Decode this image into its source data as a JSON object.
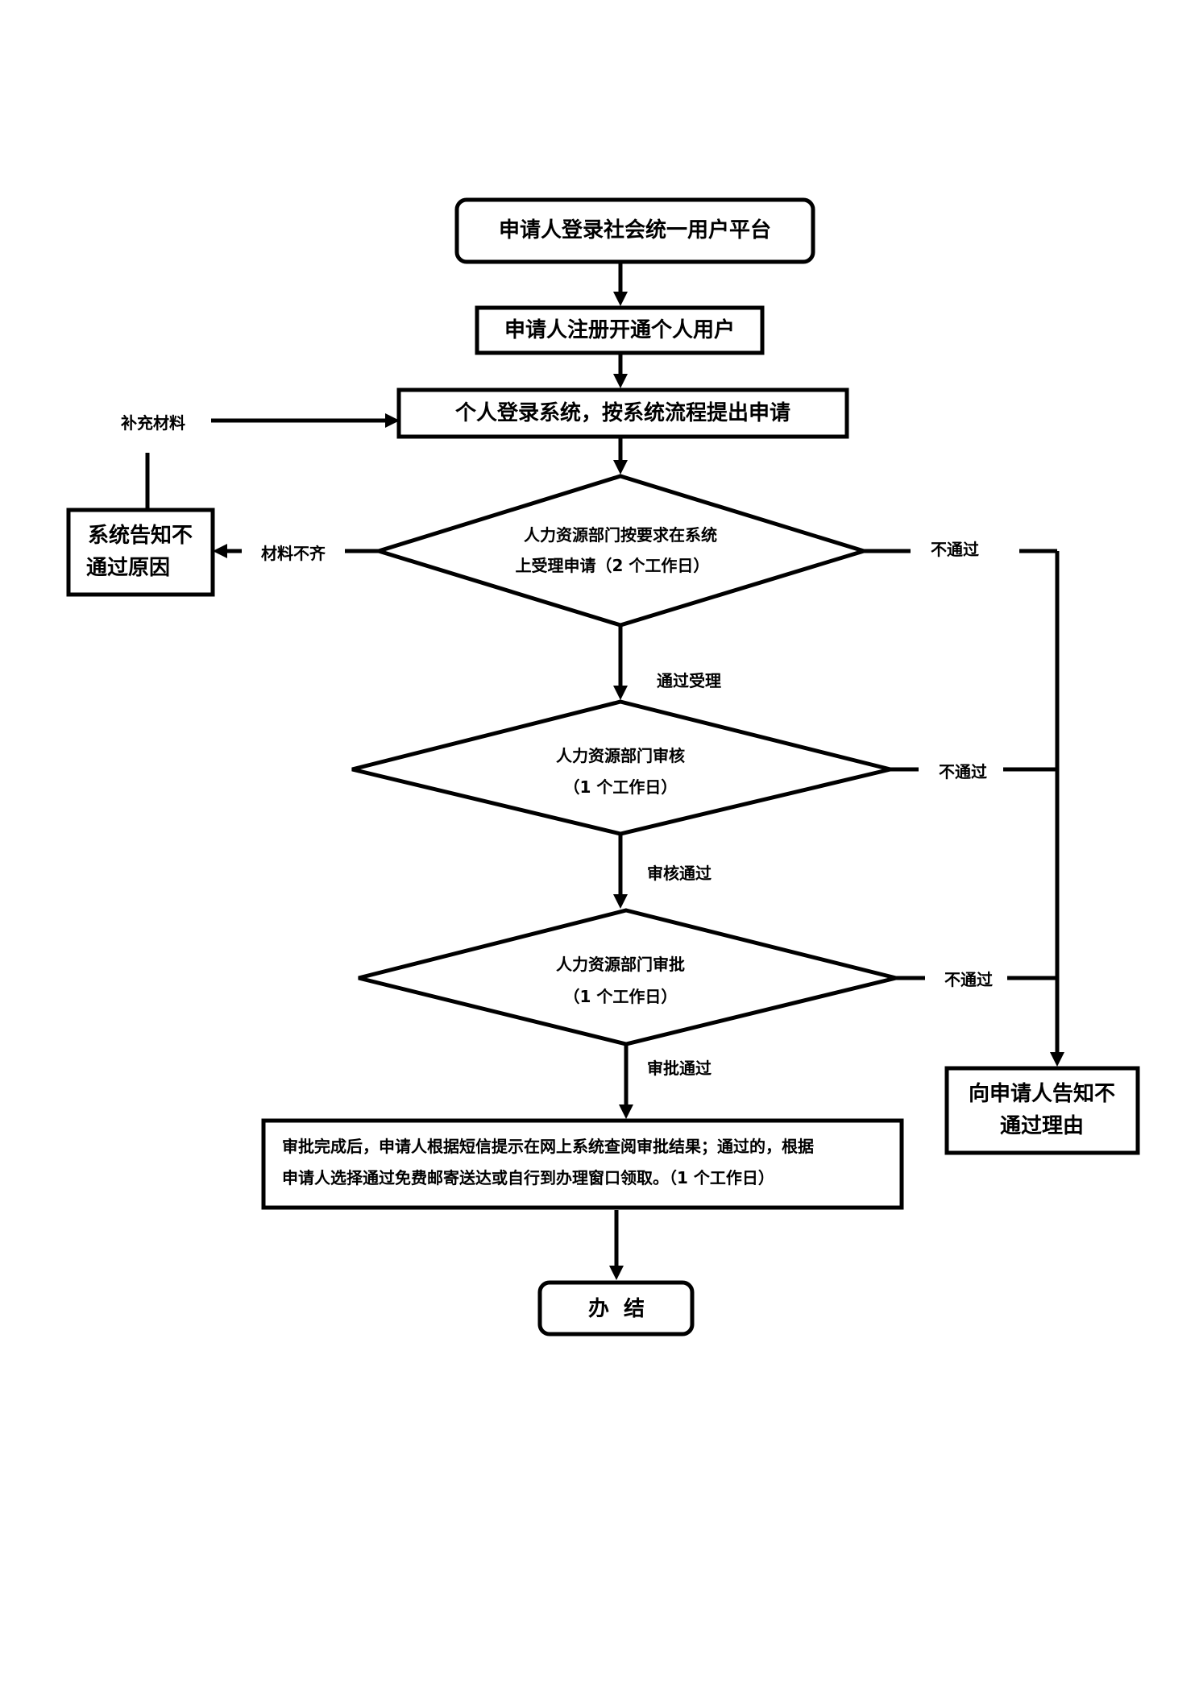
{
  "nodes": {
    "start": {
      "label": "申请人登录社会统一用户平台"
    },
    "register": {
      "label": "申请人注册开通个人用户"
    },
    "login_apply": {
      "label": "个人登录系统，按系统流程提出申请"
    },
    "accept": {
      "line1": "人力资源部门按要求在系统",
      "line2": "上受理申请（2 个工作日）"
    },
    "review": {
      "line1": "人力资源部门审核",
      "line2": "（1 个工作日）"
    },
    "approve": {
      "line1": "人力资源部门审批",
      "line2": "（1 个工作日）"
    },
    "result": {
      "line1": "审批完成后，申请人根据短信提示在网上系统查阅审批结果；通过的，根据",
      "line2": "申请人选择通过免费邮寄送达或自行到办理窗口领取。（1 个工作日）"
    },
    "finish": {
      "label": "办  结"
    },
    "notify_reason": {
      "line1": "系统告知不",
      "line2": "通过原因"
    },
    "reject_reason": {
      "line1": "向申请人告知不",
      "line2": "通过理由"
    }
  },
  "edges": {
    "supplement": "补充材料",
    "incomplete": "材料不齐",
    "accepted": "通过受理",
    "reviewed": "审核通过",
    "approved": "审批通过",
    "reject_accept": "不通过",
    "reject_review": "不通过",
    "reject_approve": "不通过"
  }
}
